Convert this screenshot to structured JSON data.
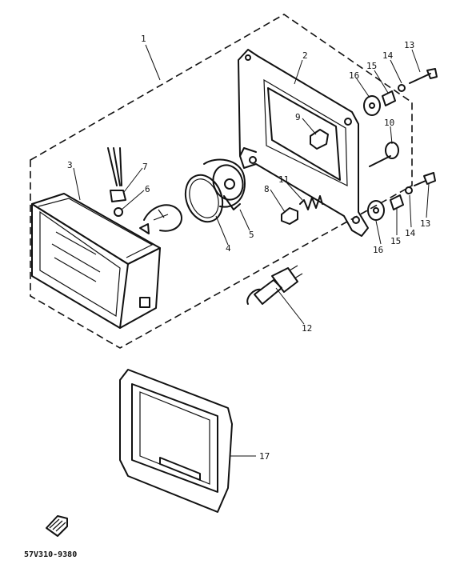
{
  "callouts": {
    "c1": "1",
    "c2": "2",
    "c3": "3",
    "c4": "4",
    "c5": "5",
    "c6": "6",
    "c7": "7",
    "c8": "8",
    "c9": "9",
    "c10": "10",
    "c11": "11",
    "c12": "12",
    "c13a": "13",
    "c14a": "14",
    "c15a": "15",
    "c16a": "16",
    "c13b": "13",
    "c14b": "14",
    "c15b": "15",
    "c16b": "16",
    "c17": "17"
  },
  "diagram_code": "57V310-9380",
  "colors": {
    "ink": "#111111",
    "paper": "#ffffff"
  },
  "icons": {
    "front_arrow": "front-direction-arrow-icon"
  }
}
